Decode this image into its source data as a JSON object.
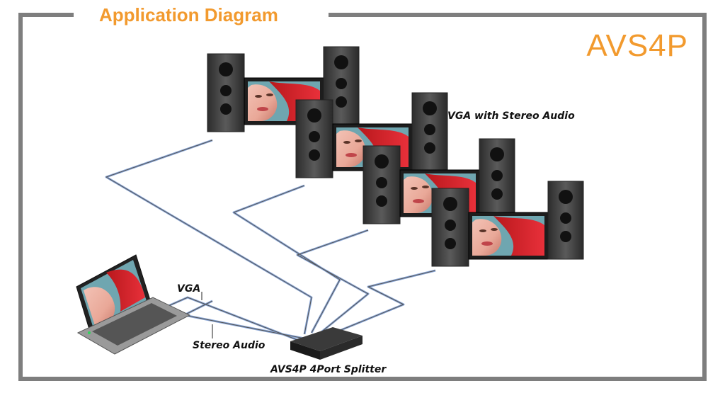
{
  "diagram": {
    "title": "Application Diagram",
    "model": "AVS4P",
    "labels": {
      "vga_with_stereo_audio": "VGA with Stereo Audio",
      "vga": "VGA",
      "stereo_audio": "Stereo Audio",
      "splitter": "AVS4P 4Port Splitter"
    },
    "colors": {
      "accent": "#f29a2e",
      "frame": "#7e7e7e",
      "cable_blue": "#5b87c9",
      "speaker": "#3f3f3f"
    },
    "displays_count": 4
  }
}
